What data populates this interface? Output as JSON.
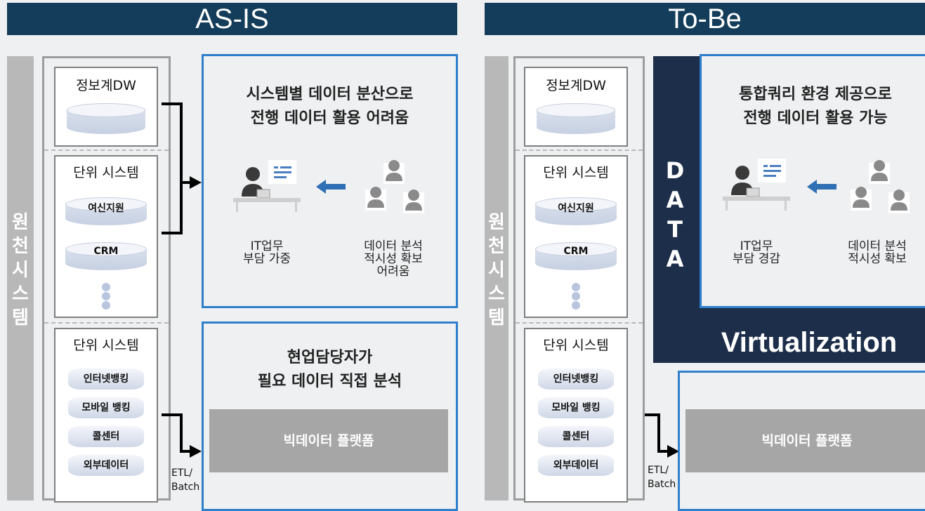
{
  "as_is": {
    "header": "AS-IS",
    "sidebar": [
      "원",
      "천",
      "시",
      "스",
      "템"
    ],
    "dw_title": "정보계DW",
    "unit_title_1": "단위 시스템",
    "cyl_1": "여신지원",
    "cyl_2": "CRM",
    "unit_title_2": "단위 시스템",
    "pills": [
      "인터넷뱅킹",
      "모바일 뱅킹",
      "콜센터",
      "외부데이터"
    ],
    "panel1_title": [
      "시스템별 데이터 분산으로",
      "전행 데이터 활용 어려움"
    ],
    "caption_left": [
      "IT업무",
      "부담 가중"
    ],
    "caption_right": [
      "데이터 분석",
      "적시성 확보",
      "어려움"
    ],
    "panel2_title": [
      "현업담당자가",
      "필요 데이터 직접 분석"
    ],
    "platform": "빅데이터 플랫폼",
    "etl": [
      "ETL/",
      "Batch"
    ]
  },
  "to_be": {
    "header": "To-Be",
    "sidebar": [
      "원",
      "천",
      "시",
      "스",
      "템"
    ],
    "dw_title": "정보계DW",
    "unit_title_1": "단위 시스템",
    "cyl_1": "여신지원",
    "cyl_2": "CRM",
    "unit_title_2": "단위 시스템",
    "pills": [
      "인터넷뱅킹",
      "모바일 뱅킹",
      "콜센터",
      "외부데이터"
    ],
    "data_letters": [
      "D",
      "A",
      "T",
      "A"
    ],
    "virtualization": "Virtualization",
    "panel1_title": [
      "통합쿼리 환경 제공으로",
      "전행 데이터 활용 가능"
    ],
    "caption_left": [
      "IT업무",
      "부담 경감"
    ],
    "caption_right": [
      "데이터 분석",
      "적시성 확보"
    ],
    "platform": "빅데이터 플랫폼",
    "etl": [
      "ETL/",
      "Batch"
    ]
  },
  "icons": [
    "user-at-desk-icon",
    "document-icon",
    "arrow-left-icon",
    "users-group-icon"
  ],
  "colors": {
    "header": "#133d5a",
    "panel_border": "#2f7fcc",
    "virtualization": "#1c2e4a",
    "platform": "#a6a6a6"
  }
}
